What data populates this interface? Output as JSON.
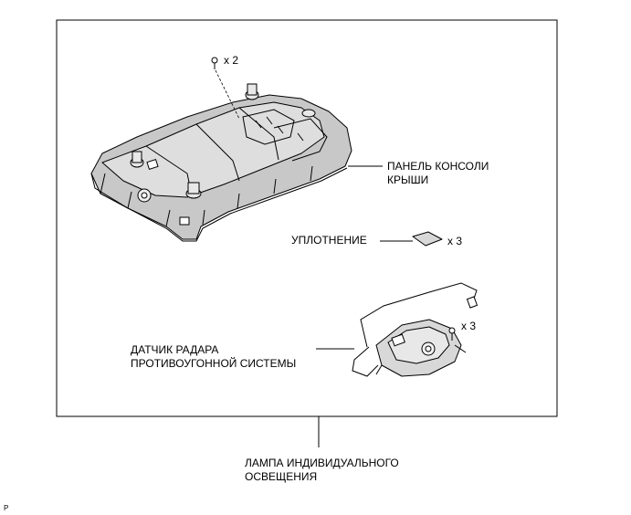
{
  "labels": {
    "roof_console_panel": [
      "ПАНЕЛЬ КОНСОЛИ",
      "КРЫШИ"
    ],
    "seal": "УПЛОТНЕНИЕ",
    "radar_sensor": [
      "ДАТЧИК РАДАРА",
      "ПРОТИВОУГОННОЙ СИСТЕМЫ"
    ],
    "lamp": [
      "ЛАМПА ИНДИВИДУАЛЬНОГО",
      "ОСВЕЩЕНИЯ"
    ],
    "corner_mark": "P"
  },
  "quantities": {
    "screw_top": "x 2",
    "seal": "x 3",
    "screw_sensor": "x 3"
  }
}
